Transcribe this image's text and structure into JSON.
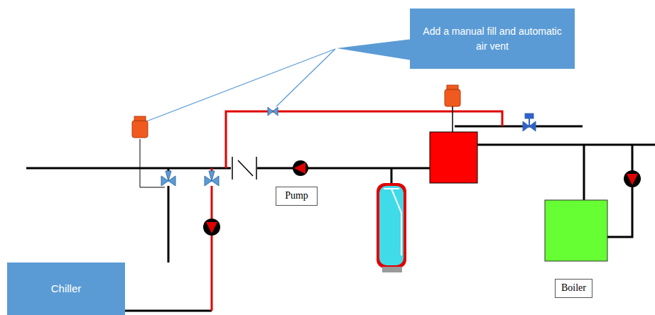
{
  "diagram": {
    "nodes": [
      {
        "text": [
          "Add a manual fill and automatic air vent"
        ]
      },
      {
        "text": [
          "Chiller"
        ]
      },
      {
        "text": [
          "Pump"
        ]
      },
      {
        "text": [
          "Boiler"
        ]
      }
    ]
  }
}
